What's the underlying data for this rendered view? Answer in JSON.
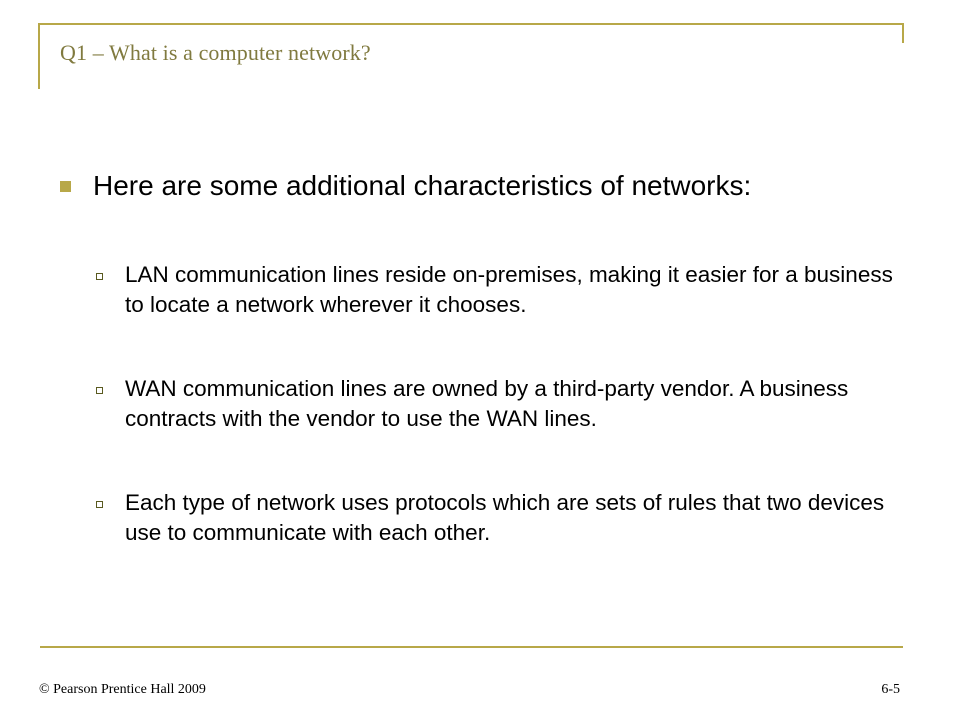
{
  "slide": {
    "title": "Q1 – What is a computer network?",
    "main_bullet": "Here are some additional characteristics of networks:",
    "sub_bullets": [
      "LAN communication lines reside on-premises, making it easier for a business to locate a network wherever it chooses.",
      "WAN communication lines are owned by a third-party vendor. A business contracts with the vendor to use the WAN lines.",
      "Each type of network uses protocols which are sets of rules that two devices use to communicate with each other."
    ]
  },
  "footer": {
    "copyright": "© Pearson Prentice Hall 2009",
    "page_number": "6-5"
  },
  "colors": {
    "accent": "#B8A848",
    "title": "#807A3F"
  }
}
